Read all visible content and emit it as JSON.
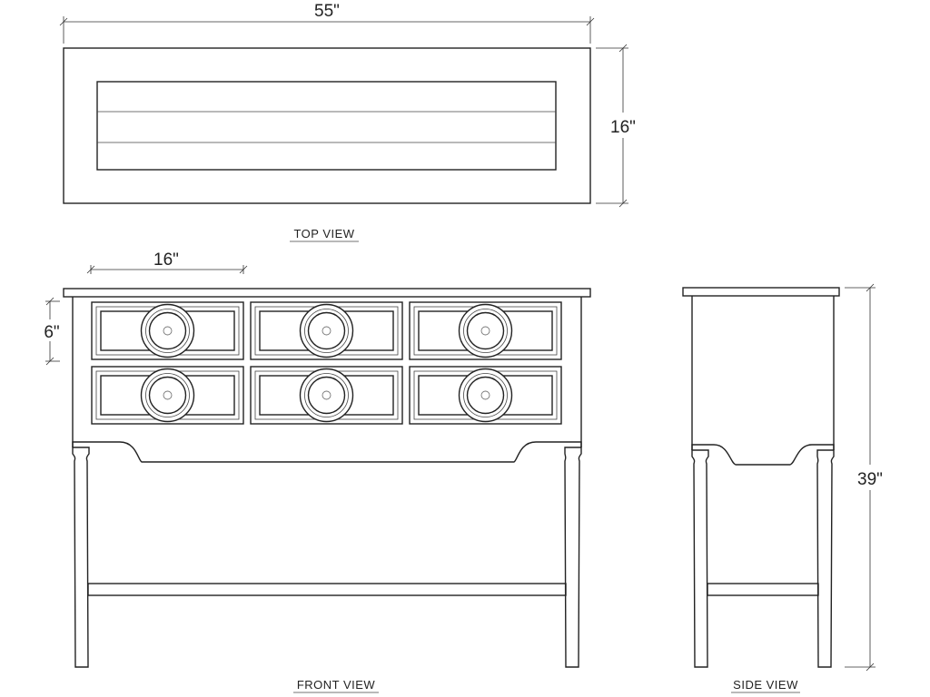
{
  "dimensions": {
    "width": "55\"",
    "depth": "16\"",
    "drawer_width": "16\"",
    "drawer_height": "6\"",
    "height": "39\""
  },
  "views": {
    "top": "TOP VIEW",
    "front": "FRONT VIEW",
    "side": "SIDE VIEW"
  },
  "line_color": "#222222",
  "background": "#ffffff"
}
